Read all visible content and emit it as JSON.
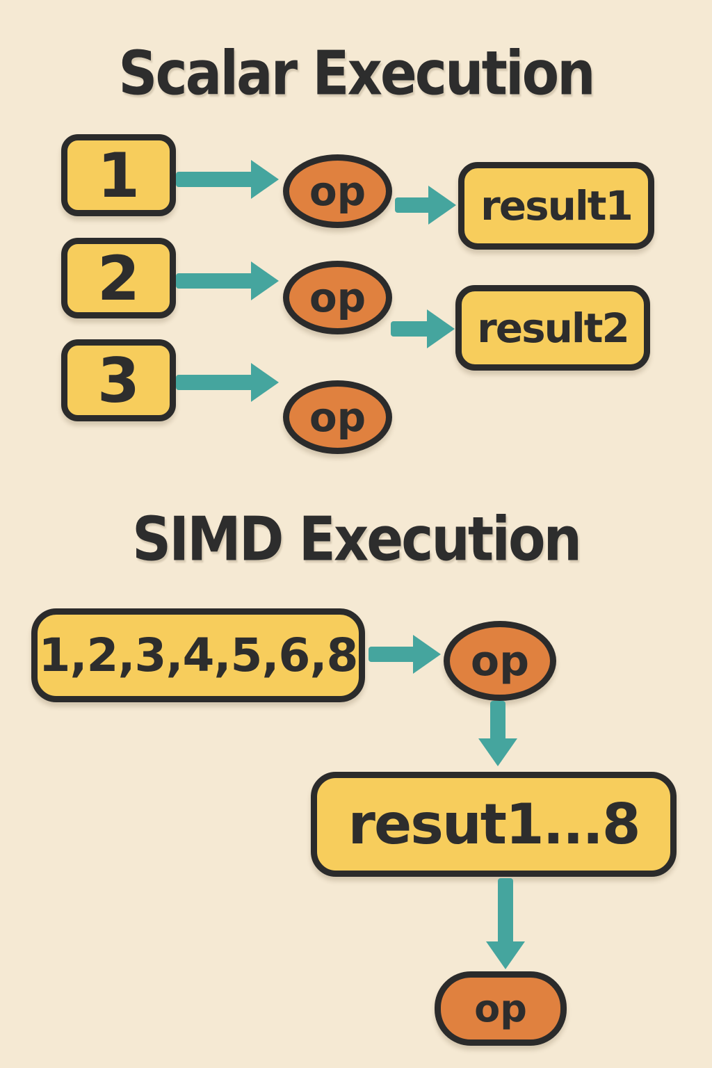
{
  "diagram": {
    "scalar": {
      "title": "Scalar Execution",
      "inputs": [
        "1",
        "2",
        "3"
      ],
      "ops": [
        "op",
        "op",
        "op"
      ],
      "results": [
        "result1",
        "result2"
      ]
    },
    "simd": {
      "title": "SIMD Execution",
      "input": "1,2,3,4,5,6,8",
      "ops": [
        "op",
        "op"
      ],
      "result": "resut1...8"
    }
  },
  "colors": {
    "background": "#f5e9d3",
    "box_fill": "#f7cd5c",
    "op_fill": "#e0813f",
    "arrow": "#45a59e",
    "outline": "#2b2b2b",
    "text": "#2d2d2d"
  }
}
